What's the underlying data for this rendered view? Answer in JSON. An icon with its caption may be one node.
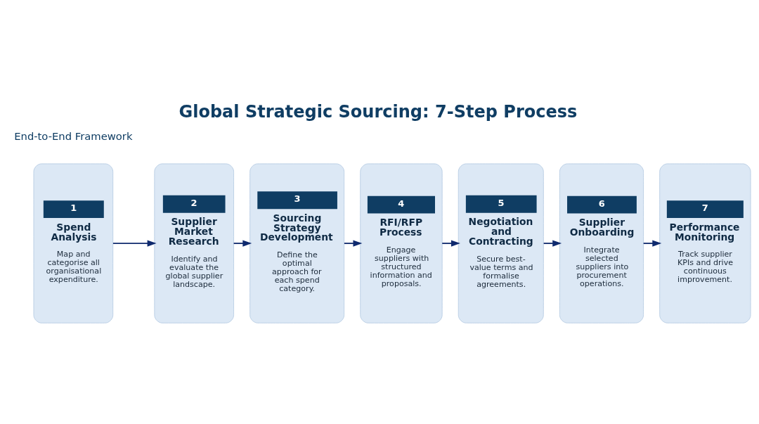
{
  "diagram": {
    "title": "Global Strategic Sourcing: 7-Step Process",
    "nodes": [
      {
        "text": [
          "1",
          "Spend Analysis",
          "Map and categorise all organisational expenditure."
        ]
      },
      {
        "text": [
          "2",
          "Supplier Market Research",
          "Identify and evaluate the global supplier landscape."
        ]
      },
      {
        "text": [
          "3",
          "Sourcing Strategy Development",
          "Define the optimal approach for each spend category."
        ]
      },
      {
        "text": [
          "4",
          "RFI/RFP Process",
          "Engage suppliers with structured information and proposals."
        ]
      },
      {
        "text": [
          "5",
          "Negotiation and Contracting",
          "Secure best-value terms and formalise agreements."
        ]
      },
      {
        "text": [
          "6",
          "Supplier Onboarding",
          "Integrate selected suppliers into procurement operations."
        ]
      },
      {
        "text": [
          "7",
          "Performance Monitoring",
          "Track supplier KPIs and drive continuous improvement."
        ]
      }
    ],
    "edges": [
      {
        "from": 0,
        "to": 1,
        "arrow": "to"
      },
      {
        "from": 1,
        "to": 2,
        "arrow": "to"
      },
      {
        "from": 2,
        "to": 3,
        "arrow": "to"
      },
      {
        "from": 3,
        "to": 4,
        "arrow": "to"
      },
      {
        "from": 4,
        "to": 5,
        "arrow": "to"
      },
      {
        "from": 5,
        "to": 6,
        "arrow": "to"
      }
    ],
    "labels": [
      "End-to-End Framework"
    ]
  }
}
